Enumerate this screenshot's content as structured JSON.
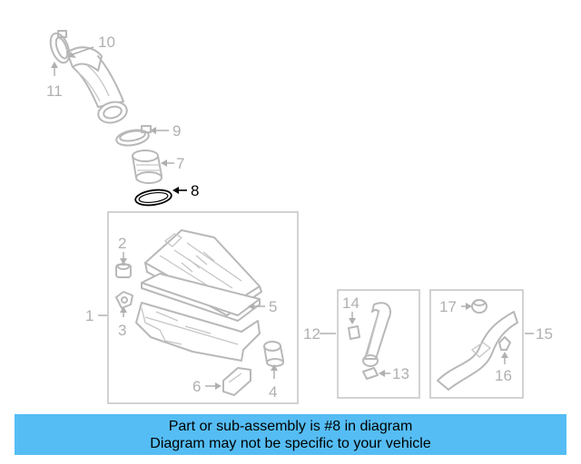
{
  "diagram": {
    "highlighted_part": "8",
    "labels": {
      "p1": "1",
      "p2": "2",
      "p3": "3",
      "p4": "4",
      "p5": "5",
      "p6": "6",
      "p7": "7",
      "p8": "8",
      "p9": "9",
      "p10": "10",
      "p11": "11",
      "p12": "12",
      "p13": "13",
      "p14": "14",
      "p15": "15",
      "p16": "16",
      "p17": "17"
    },
    "colors": {
      "part_gray": "#b8b8b8",
      "highlight": "#000000"
    }
  },
  "banner": {
    "line1": "Part or sub-assembly is #8 in diagram",
    "line2": "Diagram may not be specific to your vehicle",
    "background": "#55bdf4"
  }
}
